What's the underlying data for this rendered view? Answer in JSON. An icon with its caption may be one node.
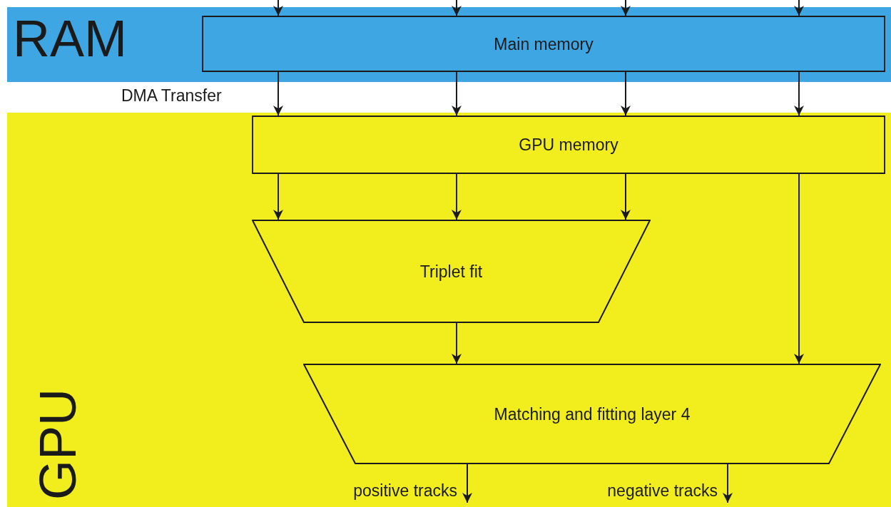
{
  "diagram": {
    "nodes": [
      {
        "text": [
          "RAM"
        ]
      },
      {
        "text": [
          "Main memory"
        ],
        "in": 0
      },
      {
        "text": [
          "GPU"
        ]
      },
      {
        "text": [
          "GPU memory"
        ],
        "in": 2
      },
      {
        "text": [
          "Triplet fit"
        ],
        "in": 2
      },
      {
        "text": [
          "Matching and fitting layer 4"
        ],
        "in": 2
      }
    ],
    "edges": [
      {
        "from": null,
        "to": 1,
        "arrow": "to"
      },
      {
        "from": null,
        "to": 1,
        "arrow": "to"
      },
      {
        "from": null,
        "to": 1,
        "arrow": "to"
      },
      {
        "from": null,
        "to": 1,
        "arrow": "to"
      },
      {
        "from": 1,
        "to": 3,
        "arrow": "to"
      },
      {
        "from": 1,
        "to": 3,
        "arrow": "to"
      },
      {
        "from": 1,
        "to": 3,
        "arrow": "to"
      },
      {
        "from": 1,
        "to": 3,
        "arrow": "to"
      },
      {
        "from": 3,
        "to": 4,
        "arrow": "to"
      },
      {
        "from": 3,
        "to": 4,
        "arrow": "to"
      },
      {
        "from": 3,
        "to": 4,
        "arrow": "to"
      },
      {
        "from": 4,
        "to": 5,
        "arrow": "to"
      },
      {
        "from": 3,
        "to": 5,
        "arrow": "to"
      },
      {
        "from": 5,
        "to": null,
        "arrow": "to",
        "label": "positive tracks"
      },
      {
        "from": 5,
        "to": null,
        "arrow": "to",
        "label": "negative tracks"
      }
    ],
    "labels": [
      "DMA Transfer"
    ]
  }
}
